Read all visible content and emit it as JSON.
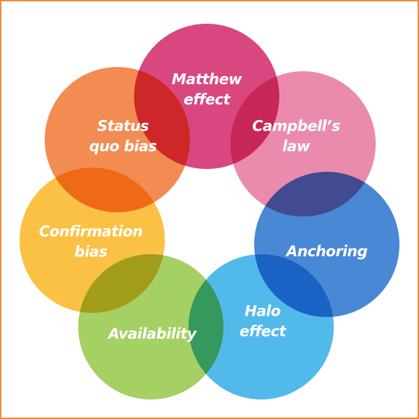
{
  "diagram": {
    "type": "overlapping-circles-ring",
    "border_color": "#f0883a",
    "circles": [
      {
        "name": "matthew-effect",
        "lines": [
          "Matthew",
          "effect"
        ],
        "color": "#d42d6e"
      },
      {
        "name": "campbells-law",
        "lines": [
          "Campbell’s",
          "law"
        ],
        "color": "#e77ba2"
      },
      {
        "name": "anchoring",
        "lines": [
          "Anchoring"
        ],
        "color": "#2f78cf"
      },
      {
        "name": "halo-effect",
        "lines": [
          "Halo",
          "effect"
        ],
        "color": "#3ab0e8"
      },
      {
        "name": "availability",
        "lines": [
          "Availability"
        ],
        "color": "#97c94f"
      },
      {
        "name": "confirmation-bias",
        "lines": [
          "Confirmation",
          "bias"
        ],
        "color": "#fbb82a"
      },
      {
        "name": "status-quo-bias",
        "lines": [
          "Status",
          "quo bias"
        ],
        "color": "#f07c3a"
      }
    ]
  }
}
